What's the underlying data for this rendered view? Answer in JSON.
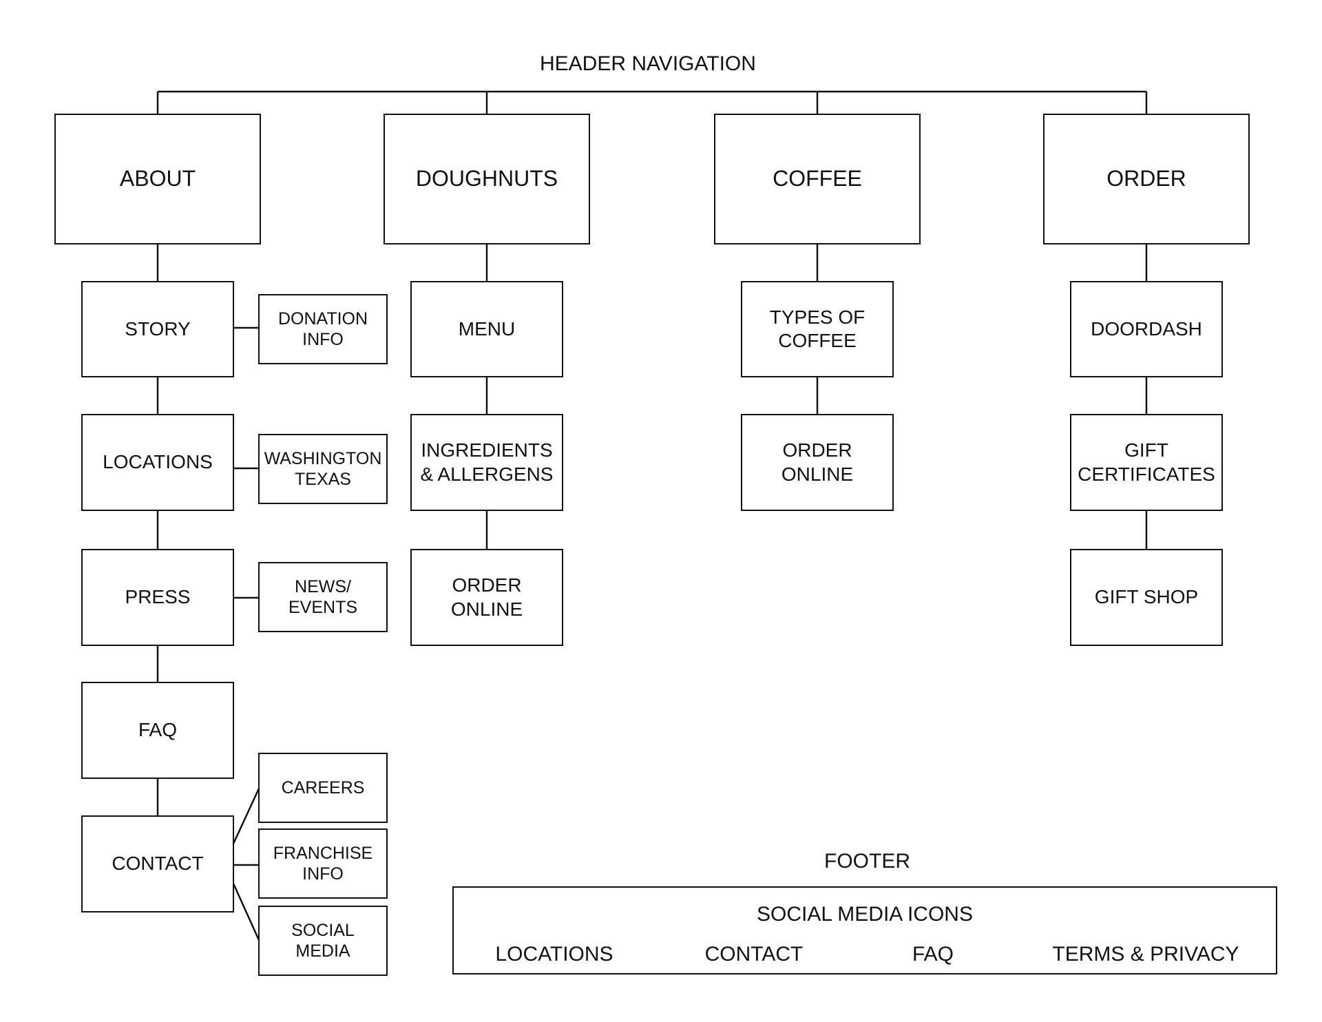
{
  "header_title": "HEADER NAVIGATION",
  "footer_title": "FOOTER",
  "columns": {
    "about": {
      "title": "ABOUT",
      "story": "STORY",
      "donation_info": [
        "DONATION",
        "INFO"
      ],
      "locations": "LOCATIONS",
      "washington_texas": [
        "WASHINGTON",
        "TEXAS"
      ],
      "press": "PRESS",
      "news_events": [
        "NEWS/",
        "EVENTS"
      ],
      "faq": "FAQ",
      "contact": "CONTACT",
      "careers": "CAREERS",
      "franchise_info": [
        "FRANCHISE",
        "INFO"
      ],
      "social_media": [
        "SOCIAL",
        "MEDIA"
      ]
    },
    "doughnuts": {
      "title": "DOUGHNUTS",
      "menu": "MENU",
      "ingredients": [
        "INGREDIENTS",
        "& ALLERGENS"
      ],
      "order_online": [
        "ORDER",
        "ONLINE"
      ]
    },
    "coffee": {
      "title": "COFFEE",
      "types": [
        "TYPES OF",
        "COFFEE"
      ],
      "order_online": [
        "ORDER",
        "ONLINE"
      ]
    },
    "order": {
      "title": "ORDER",
      "doordash": "DOORDASH",
      "gift_certificates": [
        "GIFT",
        "CERTIFICATES"
      ],
      "gift_shop": "GIFT SHOP"
    }
  },
  "footer": {
    "social_media_icons": "SOCIAL MEDIA ICONS",
    "links": [
      "LOCATIONS",
      "CONTACT",
      "FAQ",
      "TERMS & PRIVACY"
    ]
  }
}
